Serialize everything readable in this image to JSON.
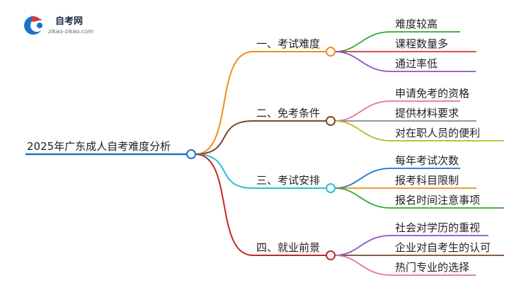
{
  "logo": {
    "name": "自考网",
    "domain": "zikao-zikao.com"
  },
  "root": {
    "label": "2025年广东成人自考难度分析",
    "color": "#1a73c8"
  },
  "branches": [
    {
      "label": "一、考试难度",
      "color": "#f08c1e",
      "children": [
        {
          "label": "难度较高",
          "color": "#2ea82e"
        },
        {
          "label": "课程数量多",
          "color": "#e03030"
        },
        {
          "label": "通过率低",
          "color": "#8a4fc8"
        }
      ]
    },
    {
      "label": "二、免考条件",
      "color": "#7a4a2a",
      "children": [
        {
          "label": "申请免考的资格",
          "color": "#e070b0"
        },
        {
          "label": "提供材料要求",
          "color": "#8a8a8a"
        },
        {
          "label": "对在职人员的便利",
          "color": "#b8b820"
        }
      ]
    },
    {
      "label": "三、考试安排",
      "color": "#22c0d8",
      "children": [
        {
          "label": "每年考试次数",
          "color": "#1a73c8"
        },
        {
          "label": "报考科目限制",
          "color": "#f08c1e"
        },
        {
          "label": "报名时间注意事项",
          "color": "#2ea82e"
        }
      ]
    },
    {
      "label": "四、就业前景",
      "color": "#c02828",
      "children": [
        {
          "label": "社会对学历的重视",
          "color": "#8a4fc8"
        },
        {
          "label": "企业对自考生的认可",
          "color": "#7a4a2a"
        },
        {
          "label": "热门专业的选择",
          "color": "#e070b0"
        }
      ]
    }
  ]
}
